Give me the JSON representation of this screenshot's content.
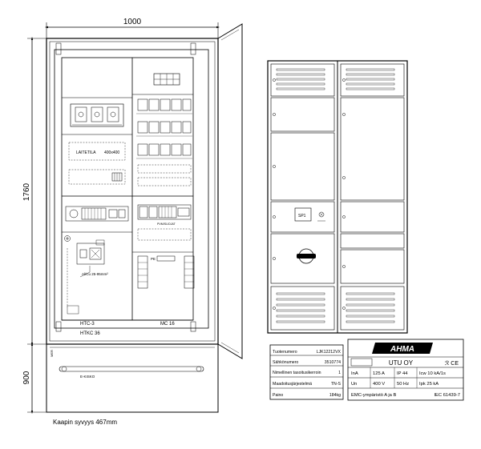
{
  "dimensions": {
    "width_label": "1000",
    "height_upper_label": "1760",
    "height_lower_label": "900",
    "depth_note": "Kaapin syvyys 467mm"
  },
  "cabinet_labels": {
    "equipment_panel": "LAITETILA",
    "equipment_size": "400x400",
    "lower_left_1": "HTC-3",
    "lower_left_2": "HTKC 36",
    "lower_right": "MC 16",
    "cable_note": "Al/Cu 25-95mm²",
    "breaker_row_note": "PVM/SUOJAT",
    "pe_label": "PE",
    "base_label": "E-KISKO",
    "side_label": "MER"
  },
  "front_view": {
    "switch_label": "SP1"
  },
  "rating_plate": {
    "rows": [
      {
        "label": "Tuotenumero",
        "value": "LJK12212VX"
      },
      {
        "label": "Sähkönumero",
        "value": "3510774"
      },
      {
        "label": "Nimellinen tasoitusikerroin",
        "value": "1"
      },
      {
        "label": "Maadoitusjärjestelmä",
        "value": "TN-S"
      },
      {
        "label": "Paino",
        "value": "184kg"
      }
    ]
  },
  "brand_plate": {
    "brand": "AHMA",
    "company": "UTU OY",
    "marks": "ℛ CE",
    "specs": [
      {
        "a": "InA",
        "b": "125 A",
        "c": "IP 44",
        "d": "Icw 10 kA/1s"
      },
      {
        "a": "Un",
        "b": "400 V",
        "c": "50 Hz",
        "d": "Ipk 25 kA"
      }
    ],
    "footer_left": "EMC-ympäristö A ja B",
    "footer_right": "IEC 61439-7"
  }
}
